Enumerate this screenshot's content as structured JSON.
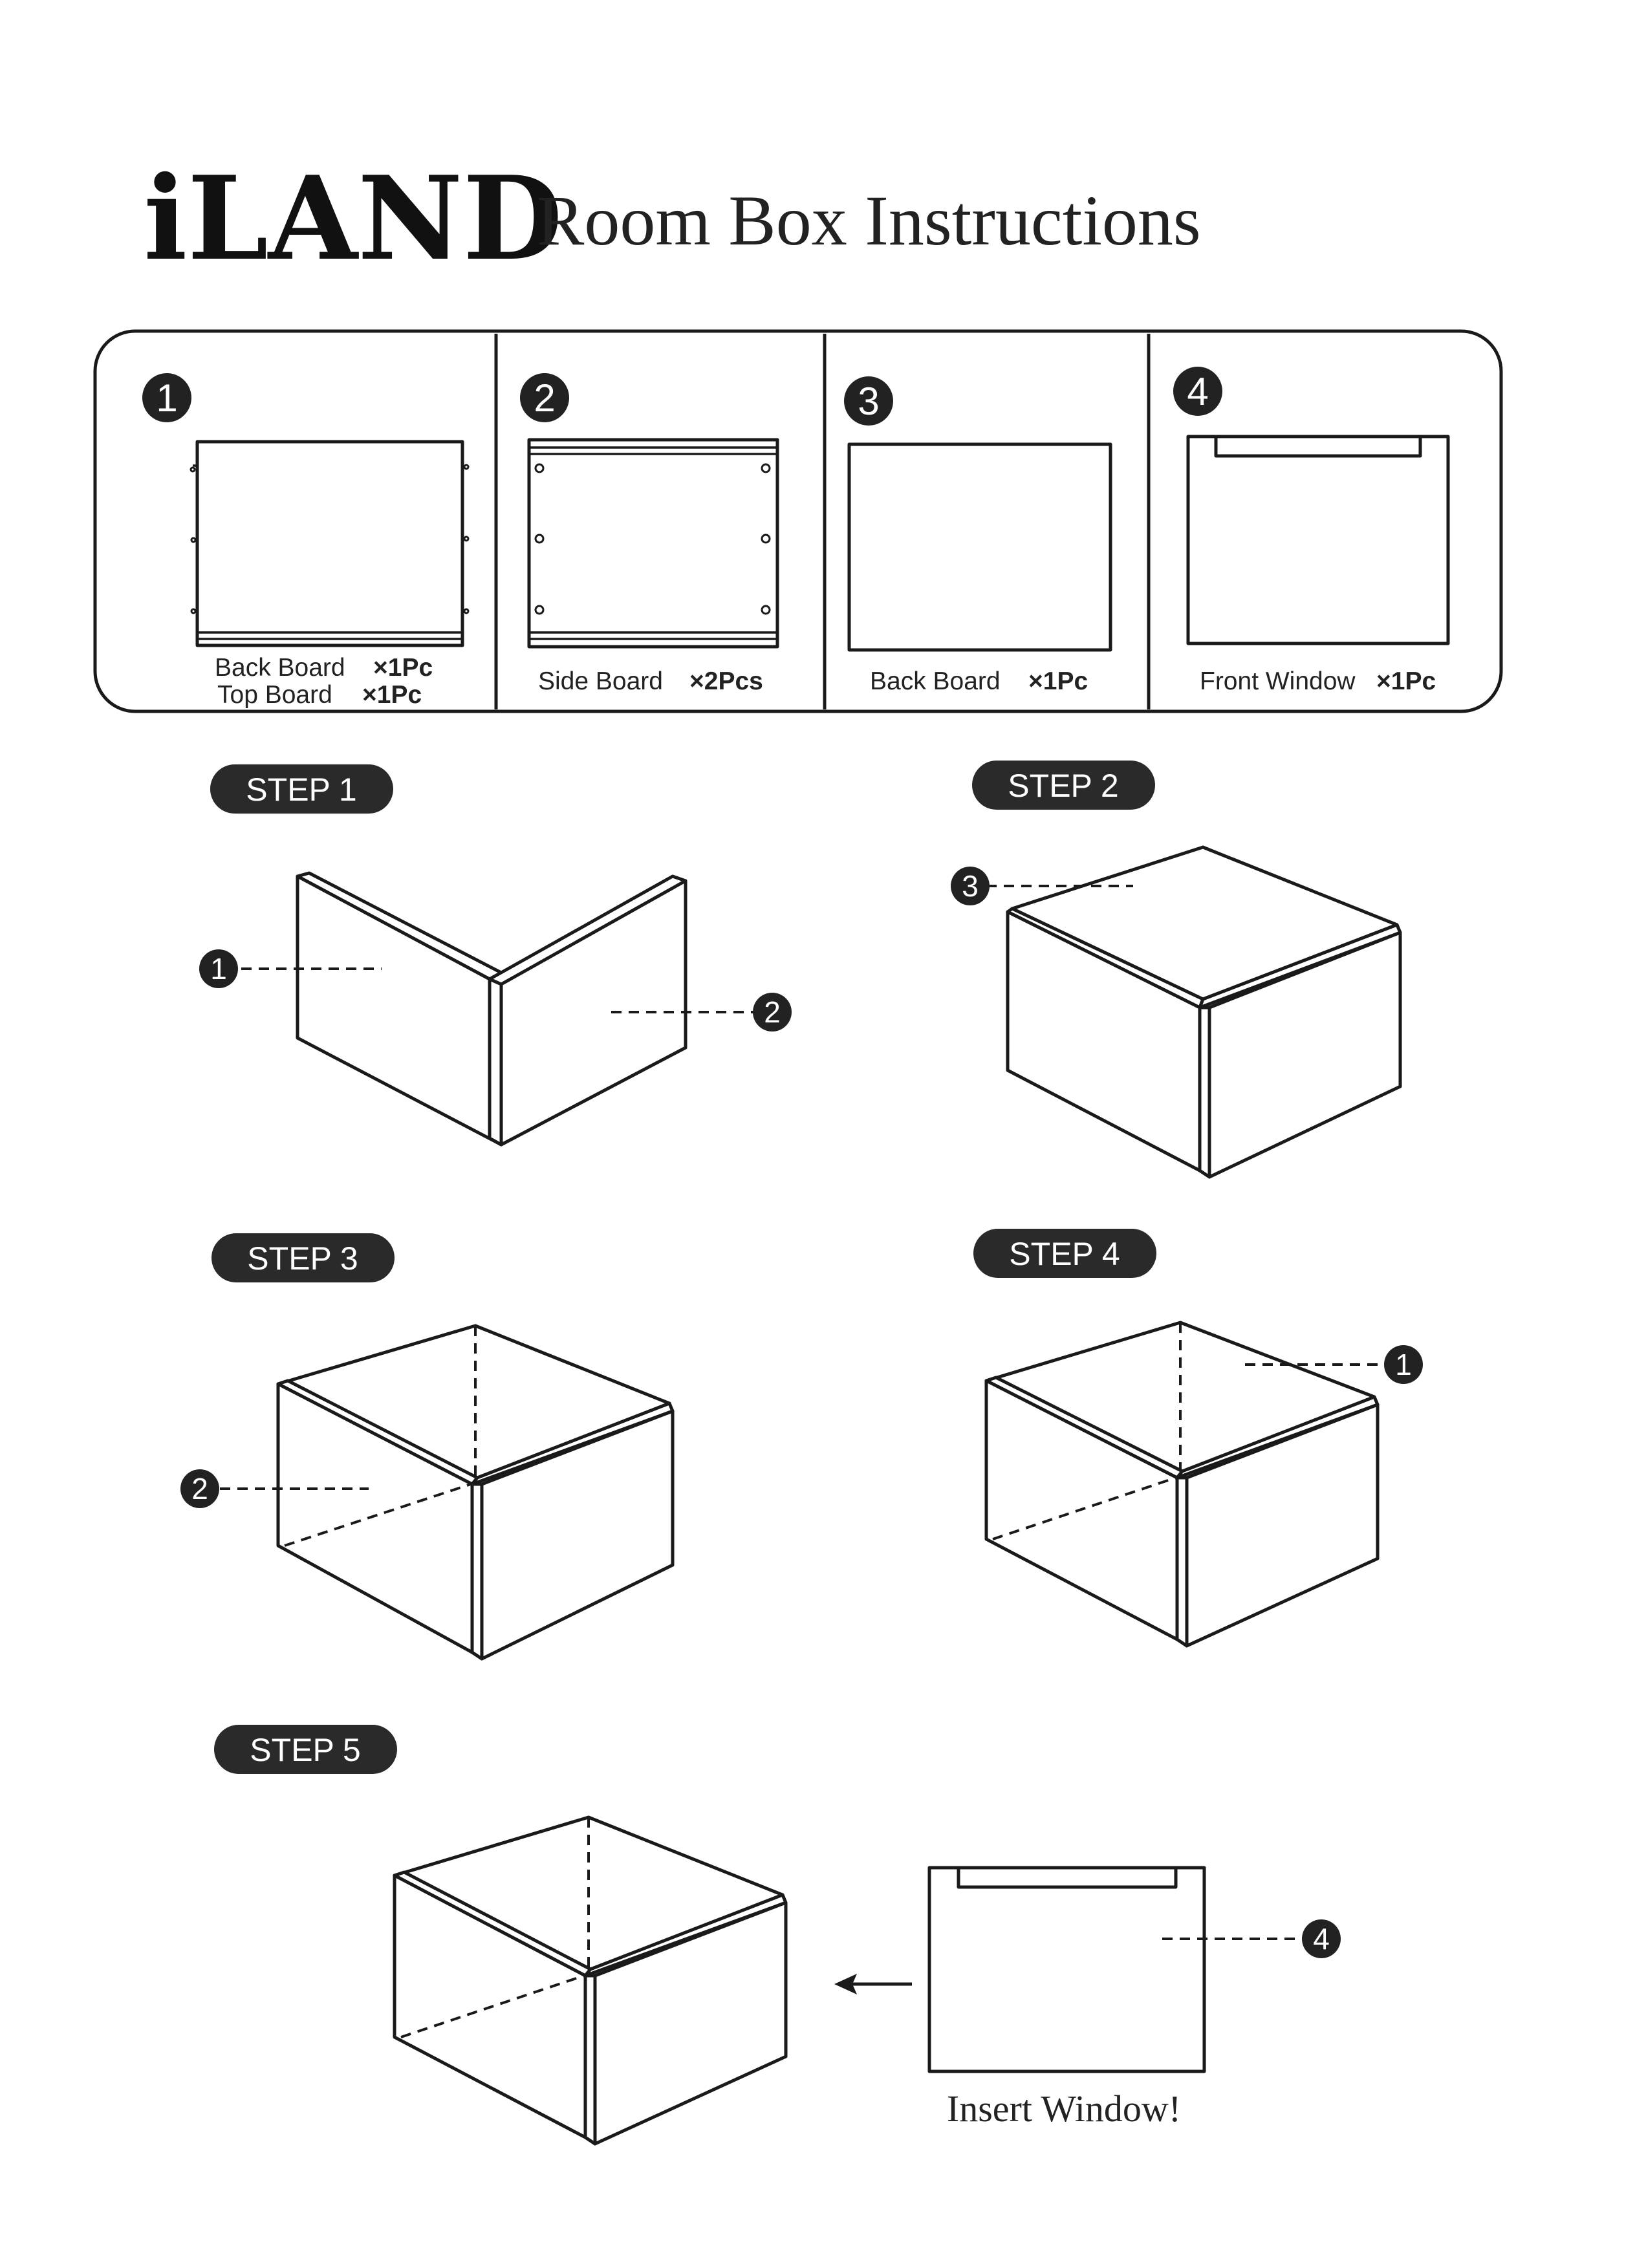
{
  "header": {
    "logo": "iLAND",
    "title": "Room Box Instructions"
  },
  "parts": [
    {
      "num": "1",
      "lines": [
        {
          "name": "Back Board",
          "qty": "×1Pc"
        },
        {
          "name": "Top Board",
          "qty": "×1Pc"
        }
      ]
    },
    {
      "num": "2",
      "lines": [
        {
          "name": "Side Board",
          "qty": "×2Pcs"
        }
      ]
    },
    {
      "num": "3",
      "lines": [
        {
          "name": "Back Board",
          "qty": "×1Pc"
        }
      ]
    },
    {
      "num": "4",
      "lines": [
        {
          "name": "Front Window",
          "qty": "×1Pc"
        }
      ]
    }
  ],
  "steps": [
    {
      "label": "STEP 1",
      "callouts": [
        "1",
        "2"
      ]
    },
    {
      "label": "STEP 2",
      "callouts": [
        "3"
      ]
    },
    {
      "label": "STEP 3",
      "callouts": [
        "2"
      ]
    },
    {
      "label": "STEP 4",
      "callouts": [
        "1"
      ]
    },
    {
      "label": "STEP 5",
      "callouts": [
        "4"
      ],
      "note": "Insert Window!"
    }
  ]
}
